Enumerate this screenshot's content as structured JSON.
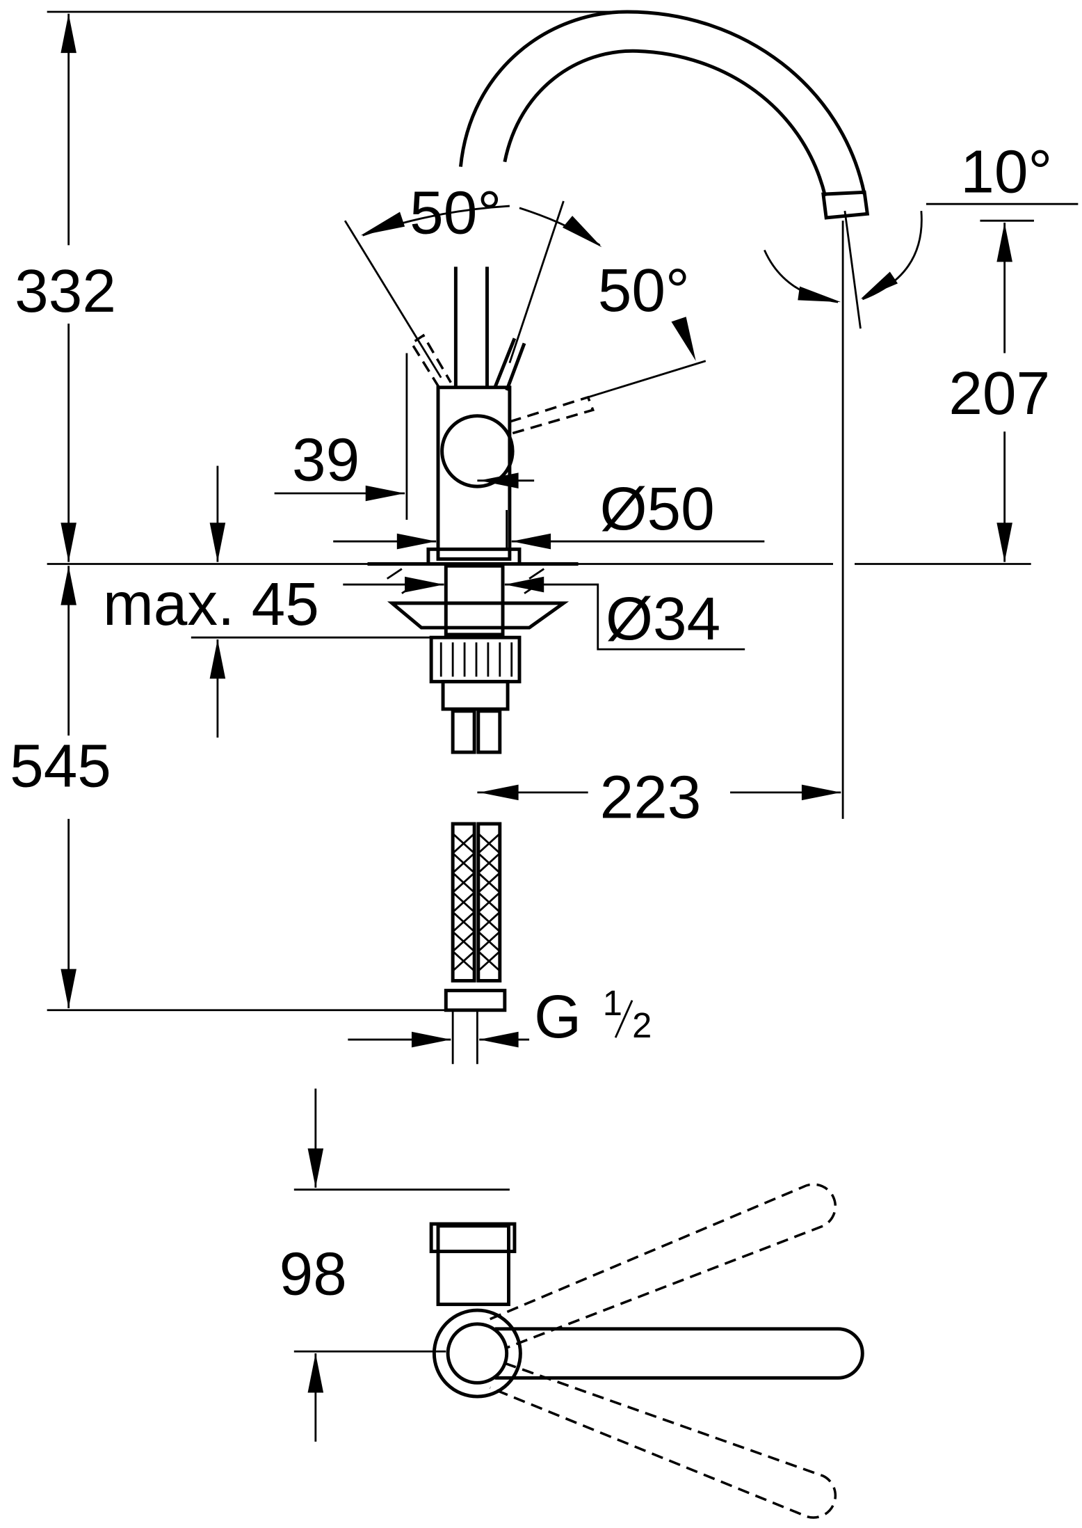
{
  "dimensions": {
    "total_height": "332",
    "lever_angle_left": "50°",
    "lever_angle_right": "50°",
    "spout_angle": "10°",
    "spout_height": "207",
    "lever_offset": "39",
    "body_diameter": "Ø50",
    "max_deck_thickness": "max. 45",
    "hole_diameter": "Ø34",
    "hose_length": "545",
    "spout_reach": "223",
    "connection_thread_g": "G",
    "connection_thread_fraction_num": "1",
    "connection_thread_fraction_den": "2",
    "lever_depth": "98"
  }
}
